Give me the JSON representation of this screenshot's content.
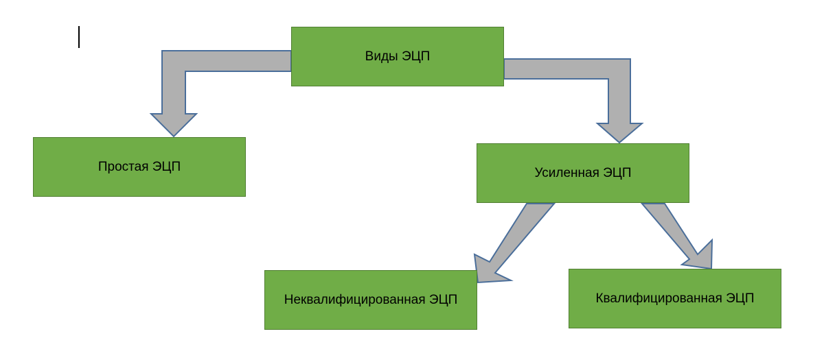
{
  "diagram": {
    "root": "Виды ЭЦП",
    "simple": "Простая ЭЦП",
    "enhanced": "Усиленная ЭЦП",
    "unqualified": "Неквалифицированная ЭЦП",
    "qualified": "Квалифицированная ЭЦП"
  },
  "colors": {
    "box_fill": "#70ad47",
    "box_border": "#507e32",
    "arrow_fill": "#b0b0b0",
    "arrow_stroke": "#4a6e9a"
  }
}
